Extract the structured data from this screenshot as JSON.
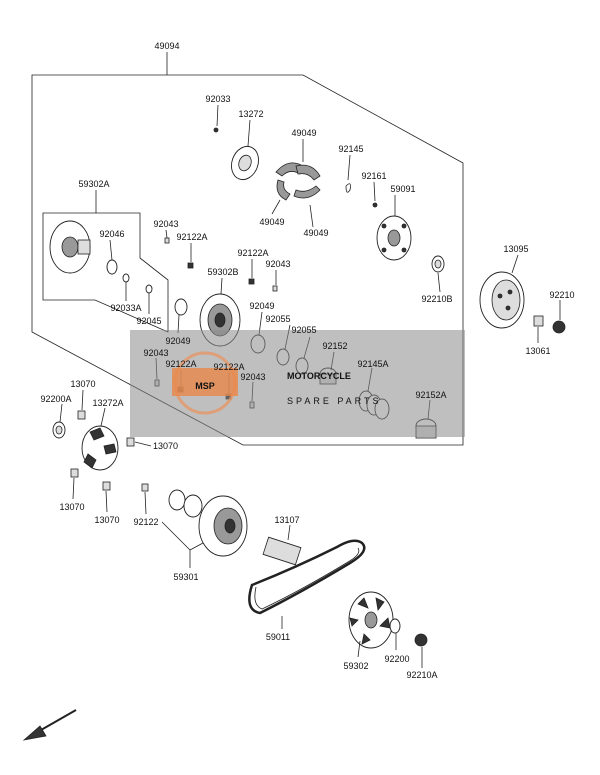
{
  "parts": {
    "p49094": "49094",
    "p92033": "92033",
    "p13272": "13272",
    "p49049a": "49049",
    "p92145": "92145",
    "p92161": "92161",
    "p59091": "59091",
    "p59302A": "59302A",
    "p92046": "92046",
    "p92043a": "92043",
    "p92122Aa": "92122A",
    "p49049b": "49049",
    "p49049c": "49049",
    "p92122Ab": "92122A",
    "p92043b": "92043",
    "p59302B": "59302B",
    "p92210B": "92210B",
    "p13095": "13095",
    "p92033A": "92033A",
    "p92045": "92045",
    "p92049a": "92049",
    "p92055a": "92055",
    "p92055b": "92055",
    "p92049b": "92049",
    "p92043c": "92043",
    "p92152": "92152",
    "p92210": "92210",
    "p13061": "13061",
    "p92122Ac": "92122A",
    "p92122Ad": "92122A",
    "p92043d": "92043",
    "p92145A": "92145A",
    "p13070a": "13070",
    "p92200A": "92200A",
    "p13272A": "13272A",
    "p92152A": "92152A",
    "p13070b": "13070",
    "p13070c": "13070",
    "p13070d": "13070",
    "p92122": "92122",
    "p13107": "13107",
    "p59301": "59301",
    "p59011": "59011",
    "p59302": "59302",
    "p92200": "92200",
    "p92210A": "92210A"
  },
  "watermark": {
    "logo": "MSP",
    "line1": "MOTORCYCLE",
    "line2": "SPARE PARTS"
  },
  "icons": {
    "front_arrow": "arrow-down-left-icon"
  }
}
